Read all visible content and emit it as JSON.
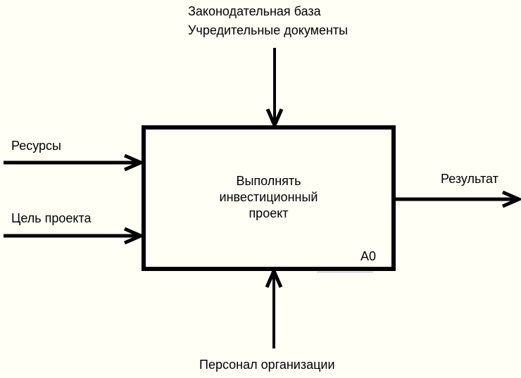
{
  "diagram": {
    "type": "IDEF0",
    "function": {
      "id": "A0",
      "title_lines": [
        "Выполнять",
        "инвестиционный",
        "проект"
      ]
    },
    "controls": {
      "lines": [
        "Законодательная база",
        "Учредительные документы"
      ]
    },
    "inputs": [
      {
        "label": "Ресурсы"
      },
      {
        "label": "Цель проекта"
      }
    ],
    "outputs": [
      {
        "label": "Результат"
      }
    ],
    "mechanisms": [
      {
        "label": "Персонал организации"
      }
    ],
    "colors": {
      "background": "#fffff6",
      "stroke": "#000000"
    }
  }
}
